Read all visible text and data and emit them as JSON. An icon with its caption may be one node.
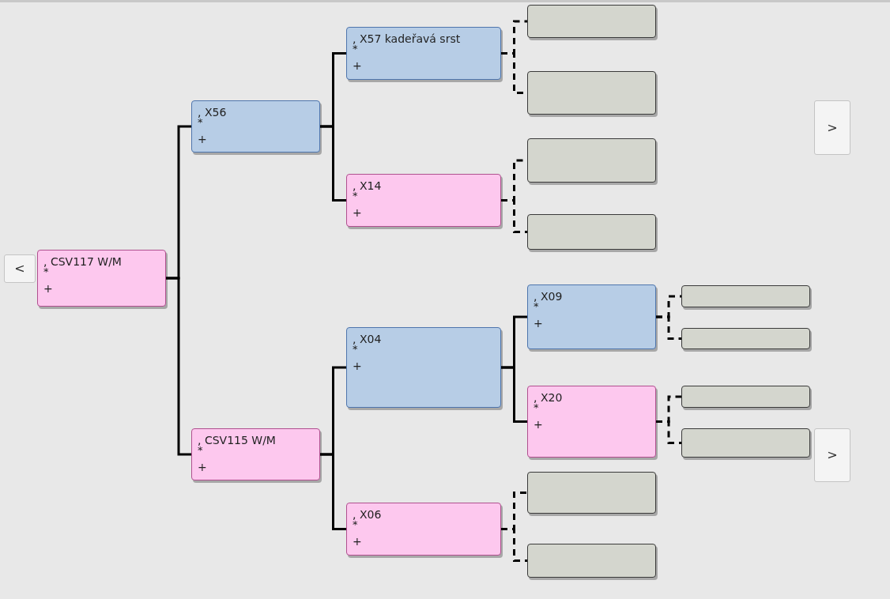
{
  "diagram": {
    "nodes": [
      {
        "text": [
          ", CSV117 W/M",
          "*",
          "+"
        ]
      },
      {
        "text": [
          ", X56",
          "*",
          "+"
        ]
      },
      {
        "text": [
          ", CSV115 W/M",
          "*",
          "+"
        ]
      },
      {
        "text": [
          ", X57 kadeřavá srst",
          "*",
          "+"
        ]
      },
      {
        "text": [
          ", X14",
          "*",
          "+"
        ]
      },
      {
        "text": [
          ", X04",
          "*",
          "+"
        ]
      },
      {
        "text": [
          ", X06",
          "*",
          "+"
        ]
      },
      {
        "text": [],
        "shape": "box"
      },
      {
        "text": [],
        "shape": "box"
      },
      {
        "text": [],
        "shape": "box"
      },
      {
        "text": [],
        "shape": "box"
      },
      {
        "text": [
          ", X09",
          "*",
          "+"
        ]
      },
      {
        "text": [
          ", X20",
          "*",
          "+"
        ]
      },
      {
        "text": [],
        "shape": "box"
      },
      {
        "text": [],
        "shape": "box"
      },
      {
        "text": [],
        "shape": "box"
      },
      {
        "text": [],
        "shape": "box"
      },
      {
        "text": [],
        "shape": "box"
      },
      {
        "text": [],
        "shape": "box"
      }
    ],
    "edges": [
      {
        "from": 0,
        "to": 1,
        "arrow": "none"
      },
      {
        "from": 0,
        "to": 2,
        "arrow": "none"
      },
      {
        "from": 1,
        "to": 3,
        "arrow": "none"
      },
      {
        "from": 1,
        "to": 4,
        "arrow": "none"
      },
      {
        "from": 2,
        "to": 5,
        "arrow": "none"
      },
      {
        "from": 2,
        "to": 6,
        "arrow": "none"
      },
      {
        "from": 3,
        "to": 7,
        "arrow": "none",
        "style": "dashed"
      },
      {
        "from": 3,
        "to": 8,
        "arrow": "none",
        "style": "dashed"
      },
      {
        "from": 4,
        "to": 9,
        "arrow": "none",
        "style": "dashed"
      },
      {
        "from": 4,
        "to": 10,
        "arrow": "none",
        "style": "dashed"
      },
      {
        "from": 5,
        "to": 11,
        "arrow": "none"
      },
      {
        "from": 5,
        "to": 12,
        "arrow": "none"
      },
      {
        "from": 6,
        "to": 17,
        "arrow": "none",
        "style": "dashed"
      },
      {
        "from": 6,
        "to": 18,
        "arrow": "none",
        "style": "dashed"
      },
      {
        "from": 11,
        "to": 13,
        "arrow": "none",
        "style": "dashed"
      },
      {
        "from": 11,
        "to": 14,
        "arrow": "none",
        "style": "dashed"
      },
      {
        "from": 12,
        "to": 15,
        "arrow": "none",
        "style": "dashed"
      },
      {
        "from": 12,
        "to": 16,
        "arrow": "none",
        "style": "dashed"
      }
    ],
    "labels": [
      "<",
      ">",
      ">"
    ]
  }
}
